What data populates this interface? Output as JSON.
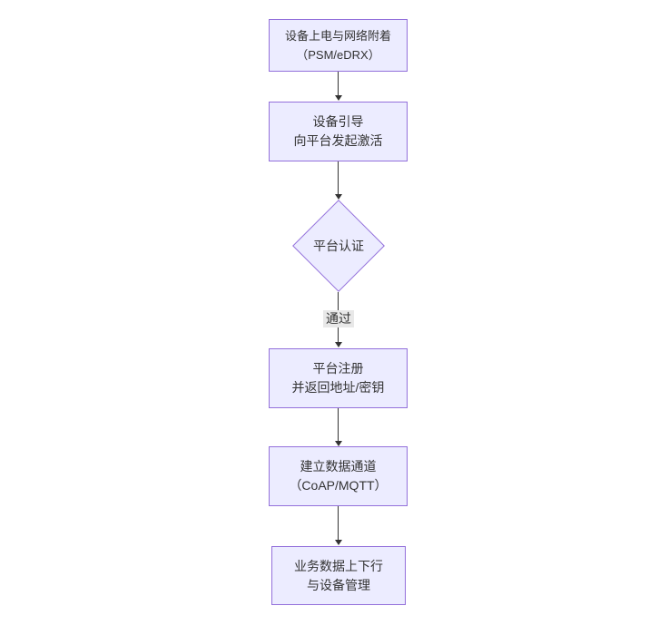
{
  "diagram": {
    "type": "flowchart",
    "direction": "top-down",
    "nodes": [
      {
        "id": "n1",
        "shape": "rect",
        "lines": [
          "设备上电与网络附着",
          "（PSM/eDRX）"
        ]
      },
      {
        "id": "n2",
        "shape": "rect",
        "lines": [
          "设备引导",
          "向平台发起激活"
        ]
      },
      {
        "id": "n3",
        "shape": "diamond",
        "lines": [
          "平台认证"
        ]
      },
      {
        "id": "n4",
        "shape": "rect",
        "lines": [
          "平台注册",
          "并返回地址/密钥"
        ]
      },
      {
        "id": "n5",
        "shape": "rect",
        "lines": [
          "建立数据通道",
          "（CoAP/MQTT）"
        ]
      },
      {
        "id": "n6",
        "shape": "rect",
        "lines": [
          "业务数据上下行",
          "与设备管理"
        ]
      }
    ],
    "edges": [
      {
        "from": "n1",
        "to": "n2",
        "label": ""
      },
      {
        "from": "n2",
        "to": "n3",
        "label": ""
      },
      {
        "from": "n3",
        "to": "n4",
        "label": "通过"
      },
      {
        "from": "n4",
        "to": "n5",
        "label": ""
      },
      {
        "from": "n5",
        "to": "n6",
        "label": ""
      }
    ],
    "colors": {
      "node_fill": "#ECECFF",
      "node_border": "#9370DB",
      "line": "#333333",
      "text": "#333333",
      "edge_label_bg": "#e8e8e8",
      "background": "#ffffff"
    }
  }
}
